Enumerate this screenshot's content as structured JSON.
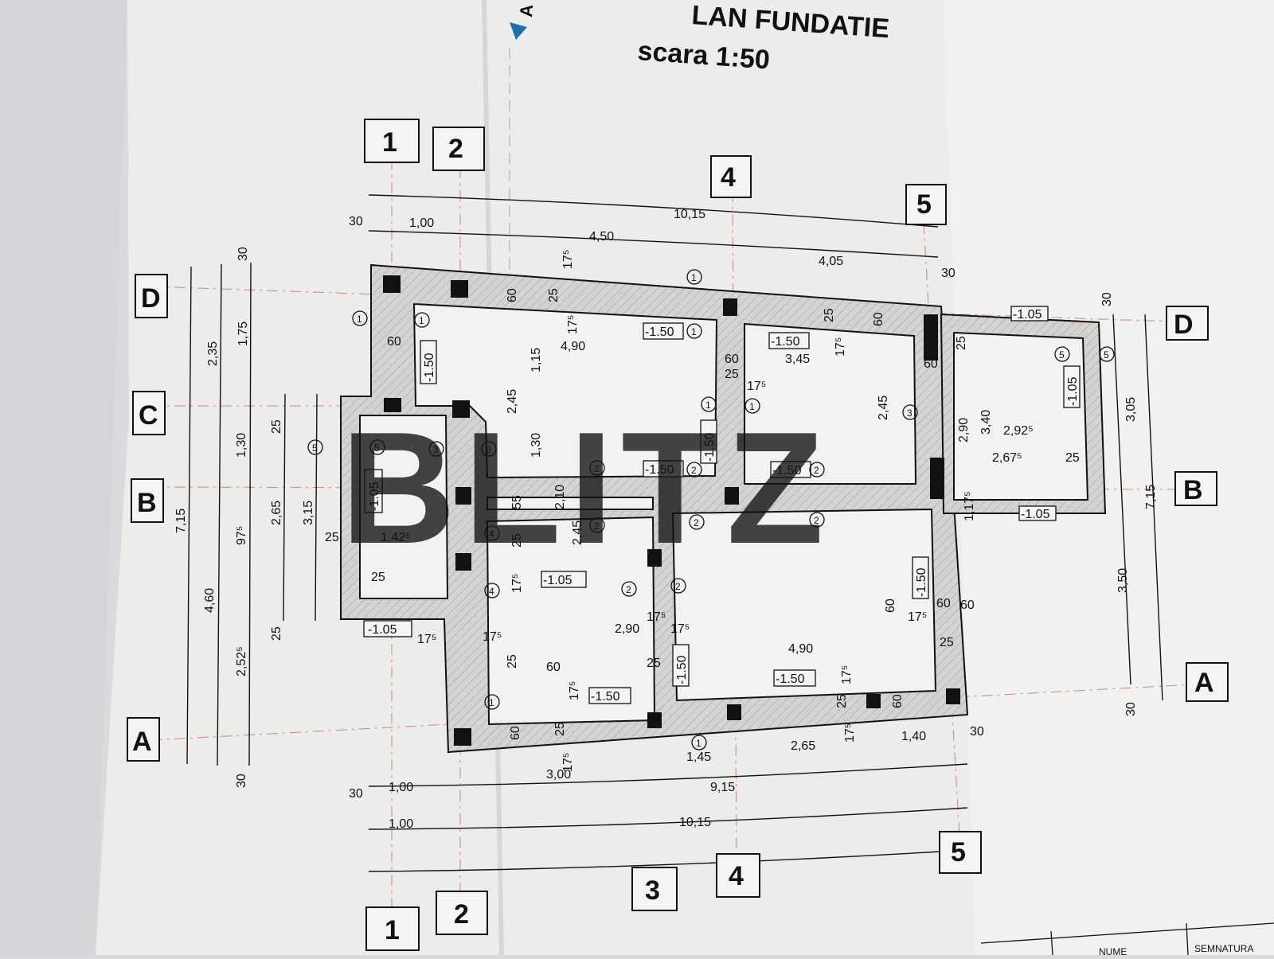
{
  "title": {
    "line1": "LAN FUNDATIE",
    "line2": "scara 1:50",
    "section_mark": "A"
  },
  "grid_axes": {
    "top": [
      "1",
      "2",
      "4",
      "5"
    ],
    "bottom": [
      "1",
      "2",
      "3",
      "4",
      "5"
    ],
    "left": [
      "D",
      "C",
      "B",
      "A"
    ],
    "right": [
      "D",
      "B",
      "A"
    ]
  },
  "dimensions": {
    "top": [
      "30",
      "1,00",
      "10,15",
      "4,50",
      "4,05",
      "30"
    ],
    "bottom": [
      "30",
      "1,00",
      "3,00",
      "1,45",
      "2,65",
      "1,40",
      "30",
      "1,00",
      "9,15",
      "10,15"
    ],
    "left": [
      "30",
      "7,15",
      "2,35",
      "1,75",
      "4,60",
      "1,30",
      "97⁵",
      "2,52⁵",
      "30",
      "25",
      "2,65",
      "3,15",
      "25",
      "25"
    ],
    "right": [
      "30",
      "3,05",
      "7,15",
      "3,50",
      "30"
    ]
  },
  "interior_dims": [
    "17⁵",
    "60",
    "60",
    "25",
    "4,90",
    "1,15",
    "2,45",
    "1,30",
    "17⁵",
    "60",
    "25",
    "17⁵",
    "3,45",
    "17⁵",
    "25",
    "60",
    "2,45",
    "60",
    "2,90",
    "3,40",
    "2,92⁵",
    "2,67⁵",
    "25",
    "25",
    "1,17⁵",
    "1,42⁵",
    "25",
    "55",
    "25",
    "17⁵",
    "2,10",
    "2,45",
    "17⁵",
    "25",
    "60",
    "17⁵",
    "2,90",
    "17⁵",
    "25",
    "17⁵",
    "4,90",
    "60",
    "17⁵",
    "60",
    "60",
    "25",
    "17⁵",
    "25",
    "60",
    "17⁵",
    "17⁵",
    "60",
    "25",
    "17⁵"
  ],
  "levels": [
    "-1.50",
    "-1.50",
    "-1.50",
    "-1.50",
    "-1.50",
    "-1.50",
    "-1.05",
    "-1.05",
    "-1.05",
    "-1.05",
    "-1.05",
    "-1.50",
    "-1.50",
    "-1.05",
    "-1.50",
    "-1.50"
  ],
  "section_markers": [
    "1",
    "1",
    "1",
    "1",
    "1",
    "1",
    "1",
    "1",
    "2",
    "2",
    "2",
    "2",
    "2",
    "2",
    "2",
    "2",
    "3",
    "3",
    "3",
    "4",
    "4",
    "5",
    "5",
    "5",
    "5"
  ],
  "watermark": "BLITZ",
  "title_block": {
    "col_nume": "NUME",
    "col_semnatura": "SEMNATURA"
  }
}
